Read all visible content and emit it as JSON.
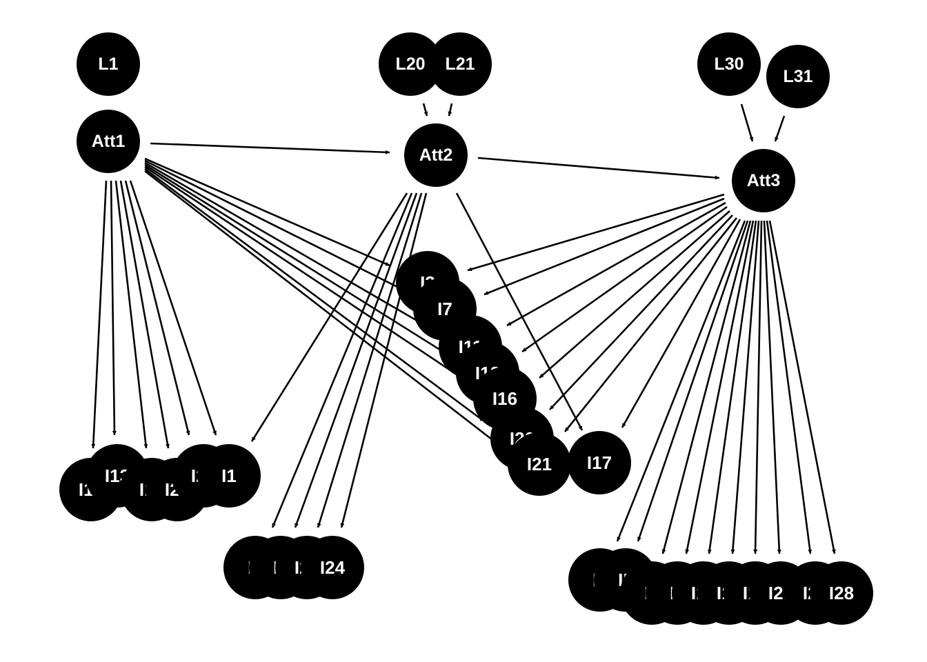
{
  "nodes": [
    {
      "id": "L1",
      "label": "L1"
    },
    {
      "id": "L20",
      "label": "L20"
    },
    {
      "id": "L21",
      "label": "L21"
    },
    {
      "id": "L30",
      "label": "L30"
    },
    {
      "id": "L31",
      "label": "L31"
    },
    {
      "id": "Att1",
      "label": "Att1"
    },
    {
      "id": "Att2",
      "label": "Att2"
    },
    {
      "id": "Att3",
      "label": "Att3"
    },
    {
      "id": "I3",
      "label": "I3"
    },
    {
      "id": "I7",
      "label": "I7"
    },
    {
      "id": "I11",
      "label": "I11"
    },
    {
      "id": "I12",
      "label": "I12"
    },
    {
      "id": "I16",
      "label": "I16"
    },
    {
      "id": "I20",
      "label": "I20"
    },
    {
      "id": "I21",
      "label": "I21"
    },
    {
      "id": "I17",
      "label": "I17"
    },
    {
      "id": "I10",
      "label": "I10"
    },
    {
      "id": "I13",
      "label": "I13"
    },
    {
      "id": "I14",
      "label": "I14"
    },
    {
      "id": "I25",
      "label": "I25"
    },
    {
      "id": "I27",
      "label": "I27"
    },
    {
      "id": "I1",
      "label": "I1"
    },
    {
      "id": "I2",
      "label": "I2"
    },
    {
      "id": "I8",
      "label": "I8"
    },
    {
      "id": "I23",
      "label": "I23"
    },
    {
      "id": "I24",
      "label": "I24"
    },
    {
      "id": "I4",
      "label": "I4"
    },
    {
      "id": "I5",
      "label": "I5"
    },
    {
      "id": "I6",
      "label": "I6"
    },
    {
      "id": "I9",
      "label": "I9"
    },
    {
      "id": "I15",
      "label": "I15"
    },
    {
      "id": "I18",
      "label": "I18"
    },
    {
      "id": "I19",
      "label": "I19"
    },
    {
      "id": "I22",
      "label": "I22"
    },
    {
      "id": "I26",
      "label": "I26"
    },
    {
      "id": "I28",
      "label": "I28"
    }
  ],
  "edges": [
    {
      "from": "L20",
      "to": "Att2"
    },
    {
      "from": "L21",
      "to": "Att2"
    },
    {
      "from": "L30",
      "to": "Att3"
    },
    {
      "from": "L31",
      "to": "Att3"
    },
    {
      "from": "Att1",
      "to": "Att2"
    },
    {
      "from": "Att2",
      "to": "Att3"
    },
    {
      "from": "Att1",
      "to": "I10"
    },
    {
      "from": "Att1",
      "to": "I13"
    },
    {
      "from": "Att1",
      "to": "I14"
    },
    {
      "from": "Att1",
      "to": "I25"
    },
    {
      "from": "Att1",
      "to": "I27"
    },
    {
      "from": "Att1",
      "to": "I1"
    },
    {
      "from": "Att1",
      "to": "I3"
    },
    {
      "from": "Att1",
      "to": "I7"
    },
    {
      "from": "Att1",
      "to": "I11"
    },
    {
      "from": "Att1",
      "to": "I12"
    },
    {
      "from": "Att1",
      "to": "I16"
    },
    {
      "from": "Att1",
      "to": "I20"
    },
    {
      "from": "Att1",
      "to": "I21"
    },
    {
      "from": "Att2",
      "to": "I1"
    },
    {
      "from": "Att2",
      "to": "I2"
    },
    {
      "from": "Att2",
      "to": "I8"
    },
    {
      "from": "Att2",
      "to": "I23"
    },
    {
      "from": "Att2",
      "to": "I24"
    },
    {
      "from": "Att2",
      "to": "I17"
    },
    {
      "from": "Att3",
      "to": "I3"
    },
    {
      "from": "Att3",
      "to": "I7"
    },
    {
      "from": "Att3",
      "to": "I11"
    },
    {
      "from": "Att3",
      "to": "I12"
    },
    {
      "from": "Att3",
      "to": "I16"
    },
    {
      "from": "Att3",
      "to": "I20"
    },
    {
      "from": "Att3",
      "to": "I21"
    },
    {
      "from": "Att3",
      "to": "I17"
    },
    {
      "from": "Att3",
      "to": "I4"
    },
    {
      "from": "Att3",
      "to": "I5"
    },
    {
      "from": "Att3",
      "to": "I6"
    },
    {
      "from": "Att3",
      "to": "I9"
    },
    {
      "from": "Att3",
      "to": "I15"
    },
    {
      "from": "Att3",
      "to": "I18"
    },
    {
      "from": "Att3",
      "to": "I19"
    },
    {
      "from": "Att3",
      "to": "I22"
    },
    {
      "from": "Att3",
      "to": "I26"
    },
    {
      "from": "Att3",
      "to": "I28"
    }
  ]
}
